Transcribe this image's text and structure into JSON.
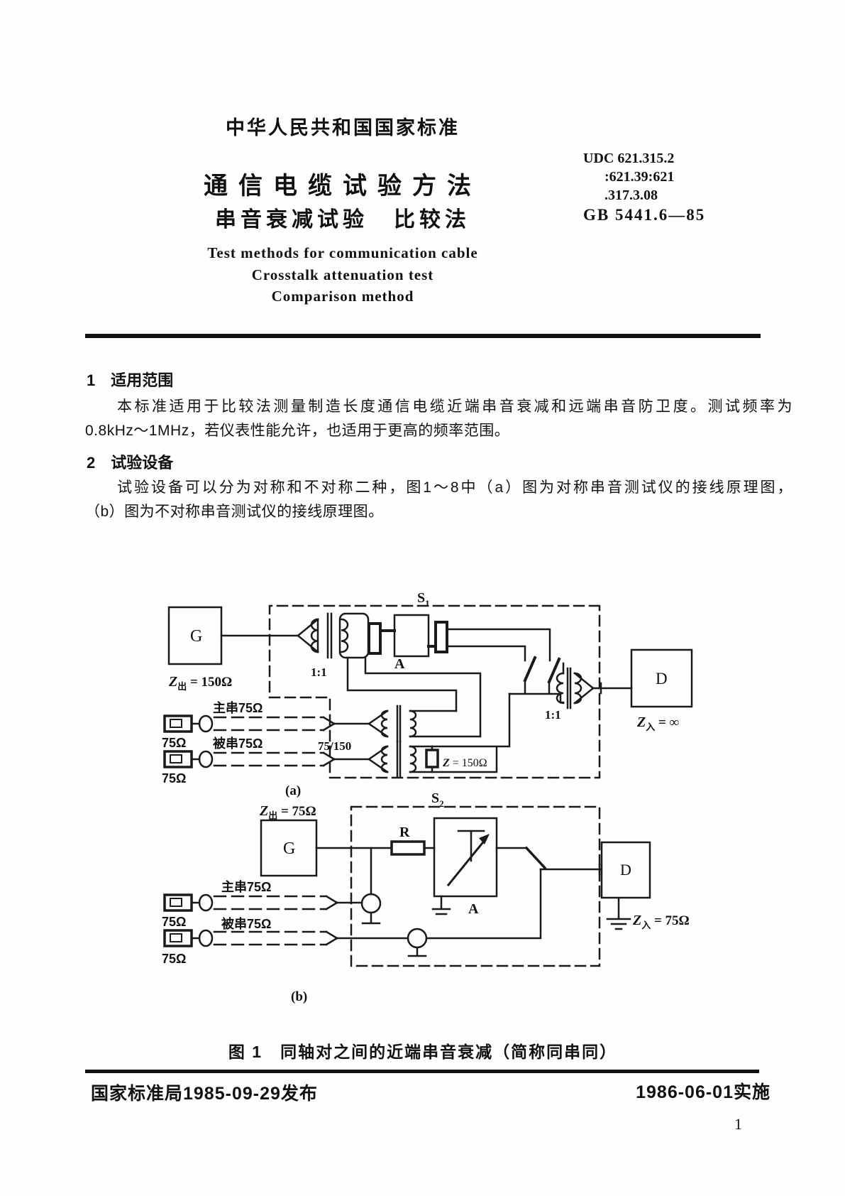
{
  "doc": {
    "header": "中华人民共和国国家标准",
    "title_cn_1": "通信电缆试验方法",
    "title_cn_2": "串音衰减试验　比较法",
    "udc": [
      "UDC 621.315.2",
      ":621.39:621",
      ".317.3.08"
    ],
    "std_code": "GB 5441.6—85",
    "title_en": [
      "Test methods for communication cable",
      "Crosstalk attenuation test",
      "Comparison method"
    ]
  },
  "sections": [
    {
      "heading": "1　适用范围",
      "lines": [
        "本标准适用于比较法测量制造长度通信电缆近端串音衰减和远端串音防卫度。测试频率为",
        "0.8kHz～1MHz，若仪表性能允许，也适用于更高的频率范围。"
      ]
    },
    {
      "heading": "2　试验设备",
      "lines": [
        "试验设备可以分为对称和不对称二种，图1～8中（a）图为对称串音测试仪的接线原理图，",
        "（b）图为不对称串音测试仪的接线原理图。"
      ]
    }
  ],
  "figure": {
    "caption": "图 1　同轴对之间的近端串音衰减（简称同串同）",
    "a": {
      "tag": "(a)",
      "box_label": {
        "base": "S",
        "sub": "1"
      },
      "generator": "G",
      "detector": "D",
      "z_out": {
        "base": "Z",
        "sub": "出",
        "val": " = 150Ω"
      },
      "z_in": {
        "base": "Z",
        "sub": "入",
        "val": " = ∞"
      },
      "ratio_in": "1:1",
      "ratio_out": "1:1",
      "ratio_cable": "75/150",
      "attenuator": "A",
      "load": {
        "base": "Z",
        "val": " = 150Ω"
      },
      "cable_main": "主串75Ω",
      "cable_disturbed": "被串75Ω",
      "term_main": "75Ω",
      "term_disturbed": "75Ω"
    },
    "b": {
      "tag": "(b)",
      "box_label": {
        "base": "S",
        "sub": "2"
      },
      "generator": "G",
      "detector": "D",
      "z_out": {
        "base": "Z",
        "sub": "出",
        "val": " = 75Ω"
      },
      "z_in": {
        "base": "Z",
        "sub": "入",
        "val": " = 75Ω"
      },
      "resistor": "R",
      "attenuator": "A",
      "cable_main": "主串75Ω",
      "cable_disturbed": "被串75Ω",
      "term_main": "75Ω",
      "term_disturbed": "75Ω"
    }
  },
  "footer": {
    "issued": "国家标准局1985-09-29发布",
    "effective": "1986-06-01实施",
    "page": "1"
  }
}
